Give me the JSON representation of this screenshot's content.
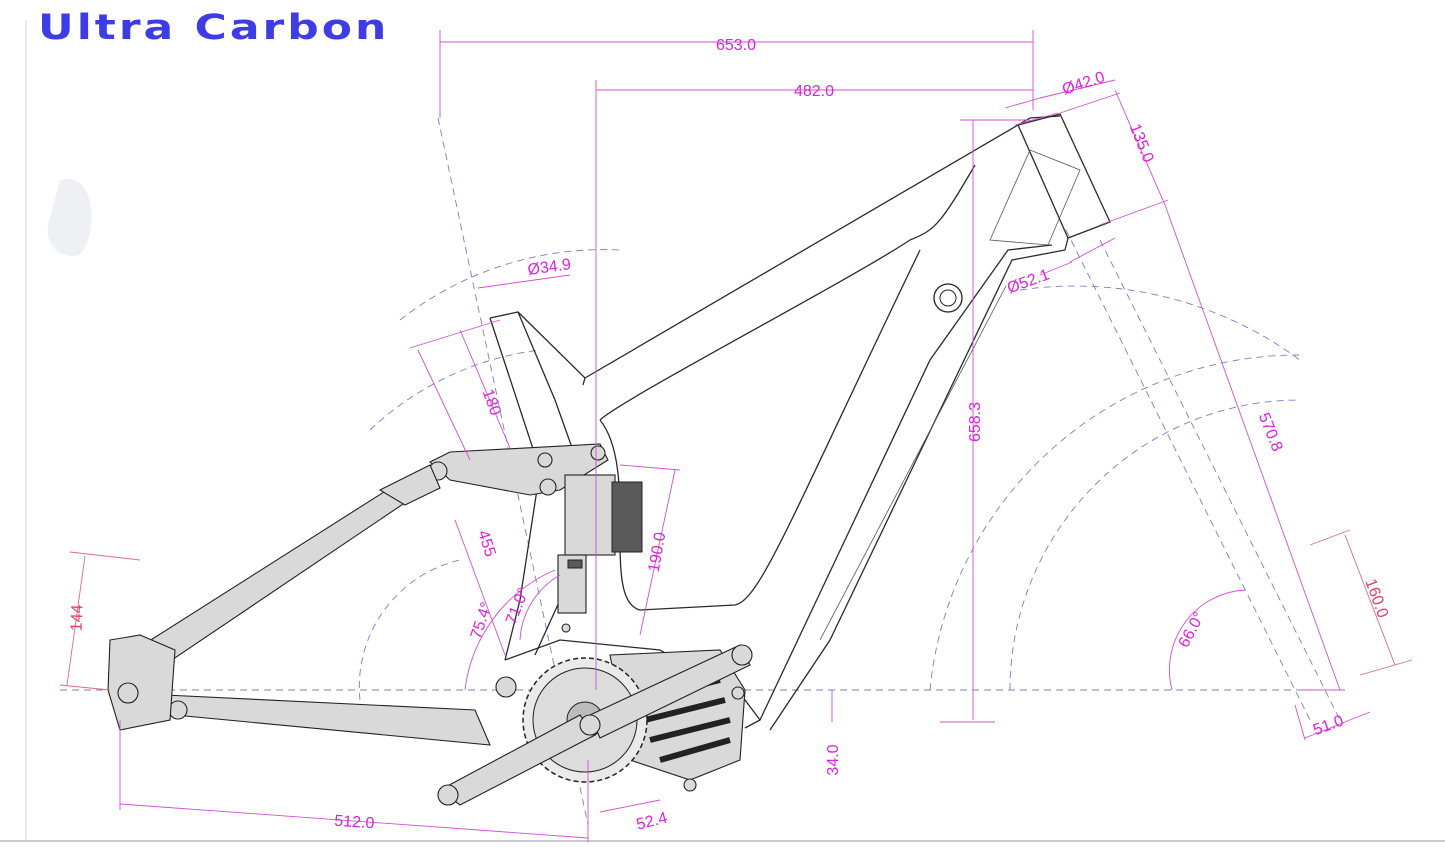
{
  "title": "Ultra Carbon",
  "dimensions": {
    "reach_top": "653.0",
    "reach_inner": "482.0",
    "head_tube_dia": "Ø42.0",
    "head_tube_len": "135.0",
    "seat_tube_dia": "Ø34.9",
    "lower_head_dia": "Ø52.1",
    "shock_mount": "180",
    "stack": "658.3",
    "fork_len": "570.8",
    "shock_len": "190.0",
    "seat_len": "455",
    "seat_angle_1": "75.4°",
    "seat_angle_2": "71.0°",
    "dropout_height": "144",
    "fork_travel": "160.0",
    "head_angle": "66.0°",
    "offset": "51.0",
    "bb_drop": "34.0",
    "chainstay": "512.0",
    "bb_offset": "52.4"
  },
  "colors": {
    "title": "#3d3ce6",
    "dimension": "#e020e0",
    "dimension_alt": "#e4406a",
    "centerline": "#7c7cc8"
  }
}
